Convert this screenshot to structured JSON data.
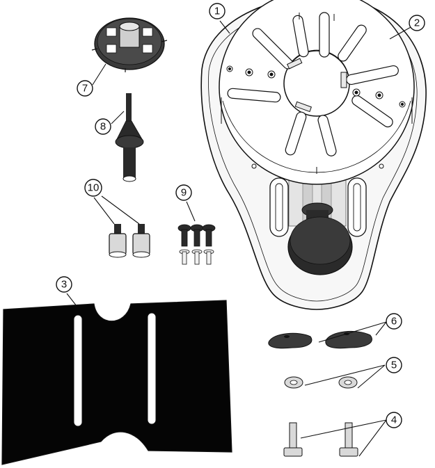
{
  "diagram": {
    "callouts": [
      {
        "id": "1",
        "label": "1"
      },
      {
        "id": "2",
        "label": "2"
      },
      {
        "id": "3",
        "label": "3"
      },
      {
        "id": "4",
        "label": "4"
      },
      {
        "id": "5",
        "label": "5"
      },
      {
        "id": "6",
        "label": "6"
      },
      {
        "id": "7",
        "label": "7"
      },
      {
        "id": "8",
        "label": "8"
      },
      {
        "id": "9",
        "label": "9"
      },
      {
        "id": "10",
        "label": "10"
      }
    ],
    "colors": {
      "line": "#111111",
      "base_plate": "#f7f7f7",
      "disc": "#ffffff",
      "slot": "#ffffff",
      "knob": "#2a2a2a",
      "mat": "#050505",
      "hardware": "#d9d9d9",
      "adapter": "#3a3a3a",
      "carriage": "#e4e4e4"
    },
    "icons": [
      "base-plate-1",
      "rotating-disc-2",
      "black-mat-3",
      "t-bolt-4",
      "washer-5",
      "wing-nut-6",
      "adapter-ring-7",
      "pin-8",
      "screw-set-9",
      "knurled-standoff-10"
    ]
  }
}
